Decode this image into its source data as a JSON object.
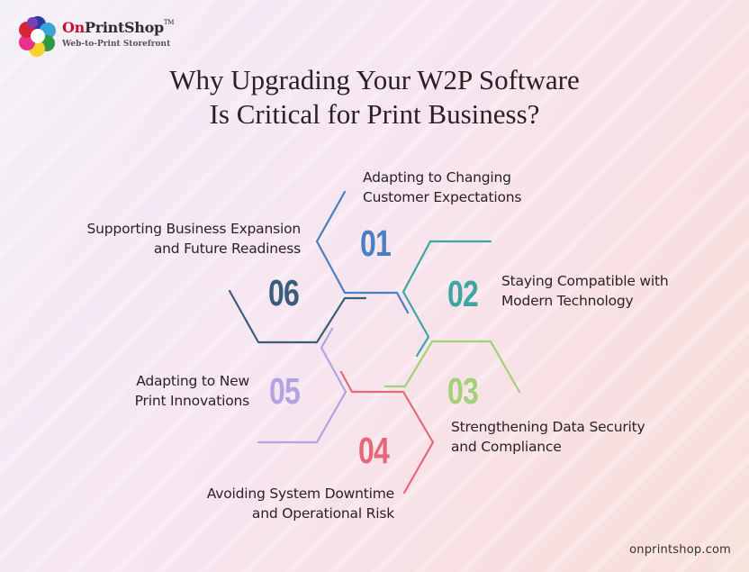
{
  "brand": {
    "name_prefix": "On",
    "name_rest": "PrintShop",
    "trademark": "TM",
    "tagline": "Web-to-Print Storefront",
    "accent": "#c8102e"
  },
  "title": {
    "line1": "Why Upgrading Your W2P Software",
    "line2": "Is Critical for Print Business?"
  },
  "items": [
    {
      "number": "01",
      "line1": "Adapting to Changing",
      "line2": "Customer Expectations",
      "color": "#4a7fc1"
    },
    {
      "number": "02",
      "line1": "Staying Compatible with",
      "line2": "Modern Technology",
      "color": "#3fa5a3"
    },
    {
      "number": "03",
      "line1": "Strengthening Data Security",
      "line2": "and Compliance",
      "color": "#a3d178"
    },
    {
      "number": "04",
      "line1": "Avoiding System Downtime",
      "line2": "and Operational Risk",
      "color": "#e5687a"
    },
    {
      "number": "05",
      "line1": "Adapting to New",
      "line2": "Print Innovations",
      "color": "#b3a2e6"
    },
    {
      "number": "06",
      "line1": "Supporting Business Expansion",
      "line2": "and Future Readiness",
      "color": "#3b5d7c"
    }
  ],
  "footer": {
    "url": "onprintshop.com"
  }
}
